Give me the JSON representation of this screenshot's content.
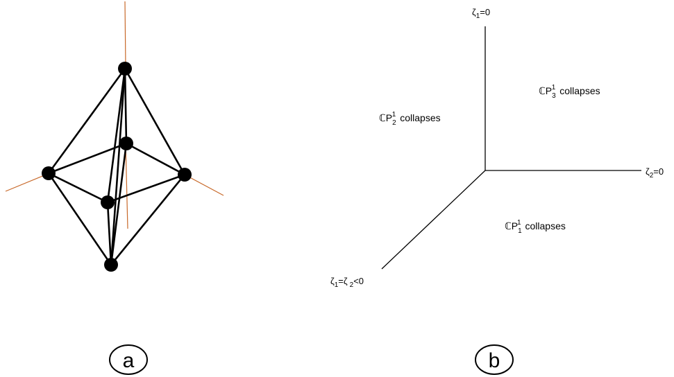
{
  "panel_a": {
    "label": "a"
  },
  "panel_b": {
    "label": "b",
    "axis_up": {
      "zeta": "ζ",
      "sub": "1",
      "rest": "=0"
    },
    "axis_right": {
      "zeta": "ζ",
      "sub": "2",
      "rest": "=0"
    },
    "axis_diag": {
      "zeta1": "ζ",
      "sub1": "1",
      "mid": "=ζ",
      "sub2": "2",
      "rest": "<0"
    },
    "region_upper_left": {
      "cp": "ℂP",
      "sub": "2",
      "sup": "1",
      "text": "collapses"
    },
    "region_upper_right": {
      "cp": "ℂP",
      "sub": "3",
      "sup": "1",
      "text": "collapses"
    },
    "region_lower": {
      "cp": "ℂP",
      "sub": "1",
      "sup": "1",
      "text": "collapses"
    }
  },
  "colors": {
    "edge": "#000000",
    "axis_line": "#c8692a",
    "vertex": "#000000"
  }
}
